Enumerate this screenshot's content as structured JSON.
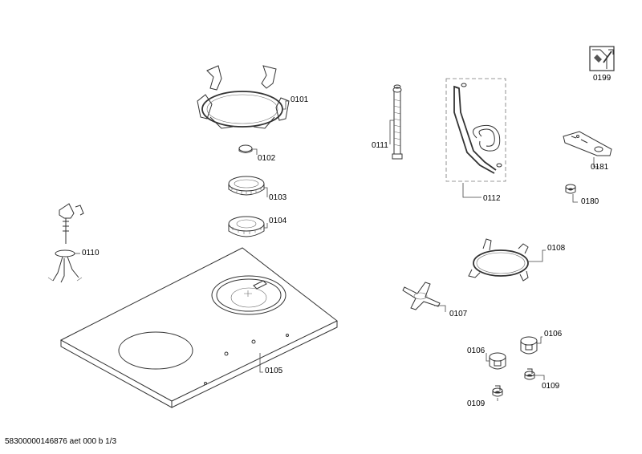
{
  "labels": {
    "p0101": "0101",
    "p0102": "0102",
    "p0103": "0103",
    "p0104": "0104",
    "p0105": "0105",
    "p0106a": "0106",
    "p0106b": "0106",
    "p0107": "0107",
    "p0108": "0108",
    "p0109a": "0109",
    "p0109b": "0109",
    "p0110": "0110",
    "p0111": "0111",
    "p0112": "0112",
    "p0180": "0180",
    "p0181": "0181",
    "p0199": "0199"
  },
  "footer": {
    "doc_id": "58300000146876 aet 000 b 1/3"
  }
}
